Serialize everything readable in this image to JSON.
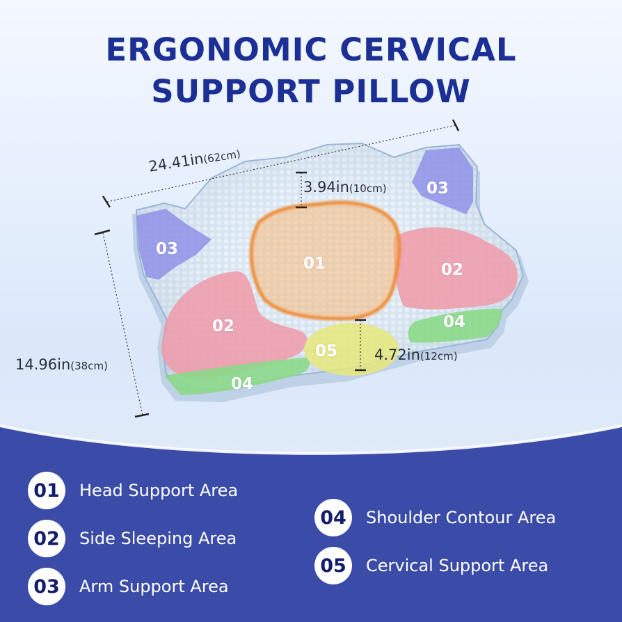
{
  "title": {
    "line1": "ERGONOMIC CERVICAL",
    "line2": "SUPPORT PILLOW"
  },
  "dimensions": {
    "width_in": "24.41in",
    "width_cm": "(62cm)",
    "height_in": "3.94in",
    "height_cm": "(10cm)",
    "depth_in": "14.96in",
    "depth_cm": "(38cm)",
    "cervical_in": "4.72in",
    "cervical_cm": "(12cm)"
  },
  "zones": {
    "head": "01",
    "side_left": "02",
    "side_right": "02",
    "arm_left": "03",
    "arm_right": "03",
    "shoulder_left": "04",
    "shoulder_right": "04",
    "cervical": "05"
  },
  "legend": [
    {
      "number": "01",
      "label": "Head Support Area"
    },
    {
      "number": "02",
      "label": "Side Sleeping Area"
    },
    {
      "number": "03",
      "label": "Arm Support Area"
    },
    {
      "number": "04",
      "label": "Shoulder Contour Area"
    },
    {
      "number": "05",
      "label": "Cervical Support Area"
    }
  ],
  "colors": {
    "title": "#1c2f95",
    "panel": "#3a4ba8",
    "zone_head": "#f0a050",
    "zone_side": "#f09aa8",
    "zone_arm": "#8f92e8",
    "zone_shoulder": "#8cd98a",
    "zone_cervical": "#e6e87a"
  }
}
